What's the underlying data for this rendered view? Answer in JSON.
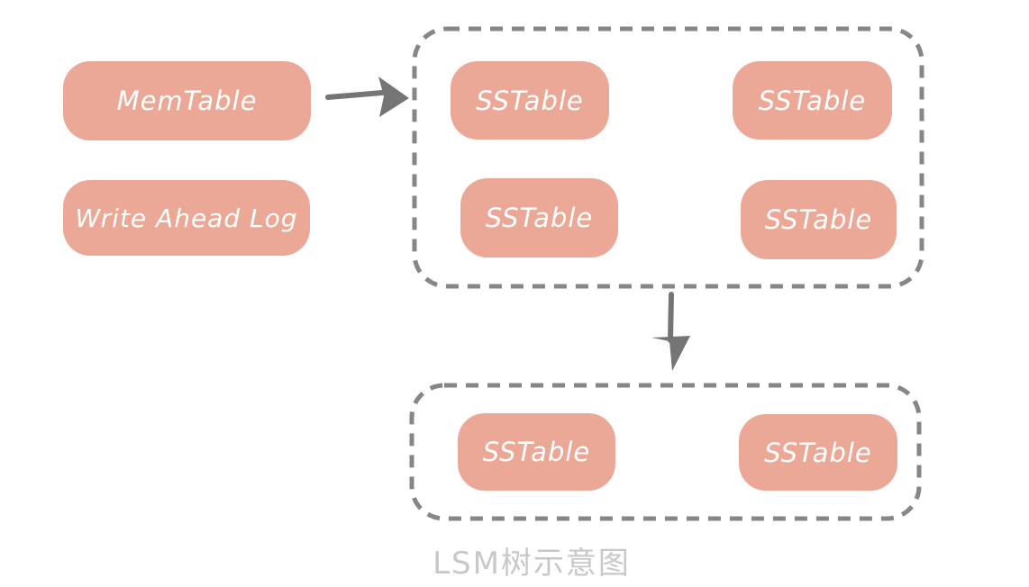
{
  "diagram": {
    "caption": "LSM树示意图",
    "nodes": {
      "memtable": "MemTable",
      "write_ahead_log": "Write Ahead Log"
    },
    "level1_sstables": [
      "SSTable",
      "SSTable",
      "SSTable",
      "SSTable"
    ],
    "level2_sstables": [
      "SSTable",
      "SSTable"
    ],
    "colors": {
      "box_fill": "#ECA896",
      "box_text": "#FFFFFF",
      "dashed_border": "#868686",
      "arrow": "#757575",
      "caption_text": "#C8C8C8"
    }
  }
}
